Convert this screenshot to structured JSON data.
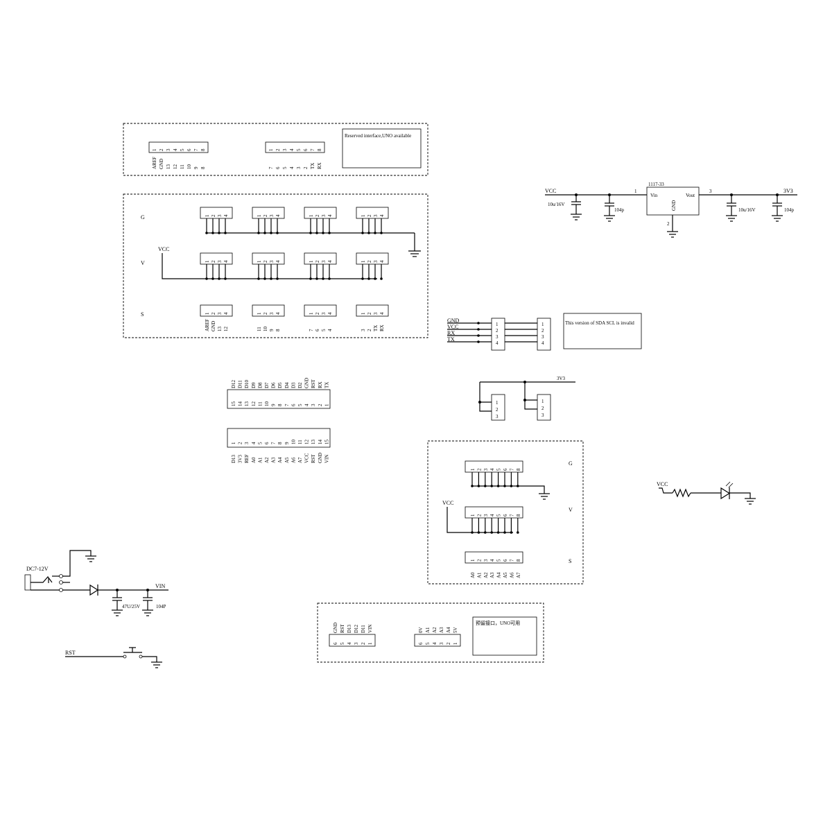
{
  "reserved_box": {
    "note": "Reserved interface,UNO available",
    "left_header": {
      "pins": [
        "1",
        "2",
        "3",
        "4",
        "5",
        "6",
        "7",
        "8"
      ],
      "labels": [
        "AREF",
        "GND",
        "13",
        "12",
        "11",
        "10",
        "9",
        "8"
      ]
    },
    "right_header": {
      "pins": [
        "1",
        "2",
        "3",
        "4",
        "5",
        "6",
        "7",
        "8"
      ],
      "labels": [
        "7",
        "6",
        "5",
        "4",
        "3",
        "2",
        "TX",
        "RX"
      ]
    }
  },
  "gvs_top": {
    "row_labels": [
      "G",
      "V",
      "S"
    ],
    "vcc": "VCC",
    "header_pins": [
      "1",
      "2",
      "3",
      "4"
    ],
    "s_labels": [
      [
        "AREF",
        "GND",
        "13",
        "12"
      ],
      [
        "11",
        "10",
        "9",
        "8"
      ],
      [
        "7",
        "6",
        "5",
        "4"
      ],
      [
        "3",
        "2",
        "TX",
        "RX"
      ]
    ]
  },
  "regulator": {
    "part": "1117-33",
    "vin": "Vin",
    "vout": "Vout",
    "gnd": "GND",
    "pin_in": "1",
    "pin_out": "3",
    "pin_gnd": "2",
    "net_in": "VCC",
    "net_out": "3V3",
    "caps": [
      "10u/16V",
      "104p",
      "10u/16V",
      "104p"
    ]
  },
  "uart": {
    "nets": [
      "GND",
      "VCC",
      "RX",
      "TX"
    ],
    "pins": [
      "1",
      "2",
      "3",
      "4"
    ],
    "note": "This version of SDA SCL is invalid"
  },
  "upper_board_header": {
    "pins": [
      "15",
      "14",
      "13",
      "12",
      "11",
      "10",
      "9",
      "8",
      "7",
      "6",
      "5",
      "4",
      "3",
      "2",
      "1"
    ],
    "labels": [
      "D12",
      "D11",
      "D10",
      "D9",
      "D8",
      "D7",
      "D6",
      "D5",
      "D4",
      "D3",
      "D2",
      "GND",
      "RST",
      "RX",
      "TX"
    ]
  },
  "lower_board_header": {
    "pins": [
      "1",
      "2",
      "3",
      "4",
      "5",
      "6",
      "7",
      "8",
      "9",
      "10",
      "11",
      "12",
      "13",
      "14",
      "15"
    ],
    "labels": [
      "D13",
      "3V3",
      "REF",
      "A0",
      "A1",
      "A2",
      "A3",
      "A4",
      "A5",
      "A6",
      "A7",
      "VCC",
      "RST",
      "GND",
      "VIN"
    ]
  },
  "i2c_3v3": {
    "net": "3V3",
    "pins": [
      "1",
      "2",
      "3"
    ]
  },
  "gvs_analog": {
    "row_labels": [
      "G",
      "V",
      "S"
    ],
    "vcc": "VCC",
    "pins": [
      "1",
      "2",
      "3",
      "4",
      "5",
      "6",
      "7",
      "8"
    ],
    "s_labels": [
      "A0",
      "A1",
      "A2",
      "A3",
      "A4",
      "A5",
      "A6",
      "A7"
    ]
  },
  "led": {
    "vcc": "VCC"
  },
  "power_in": {
    "jack_label": "DC7-12V",
    "net": "VIN",
    "caps": [
      "47U/25V",
      "104P"
    ]
  },
  "reset": {
    "label": "RST"
  },
  "icsp_box": {
    "note": "预留接口，UNO可用",
    "left": {
      "pins": [
        "6",
        "5",
        "4",
        "3",
        "2",
        "1"
      ],
      "labels": [
        "GND",
        "RST",
        "D13",
        "D12",
        "D11",
        "VIN"
      ]
    },
    "right": {
      "pins": [
        "6",
        "5",
        "4",
        "3",
        "2",
        "1"
      ],
      "labels": [
        "0V",
        "A1",
        "A2",
        "A3",
        "A4",
        "5V"
      ]
    }
  }
}
